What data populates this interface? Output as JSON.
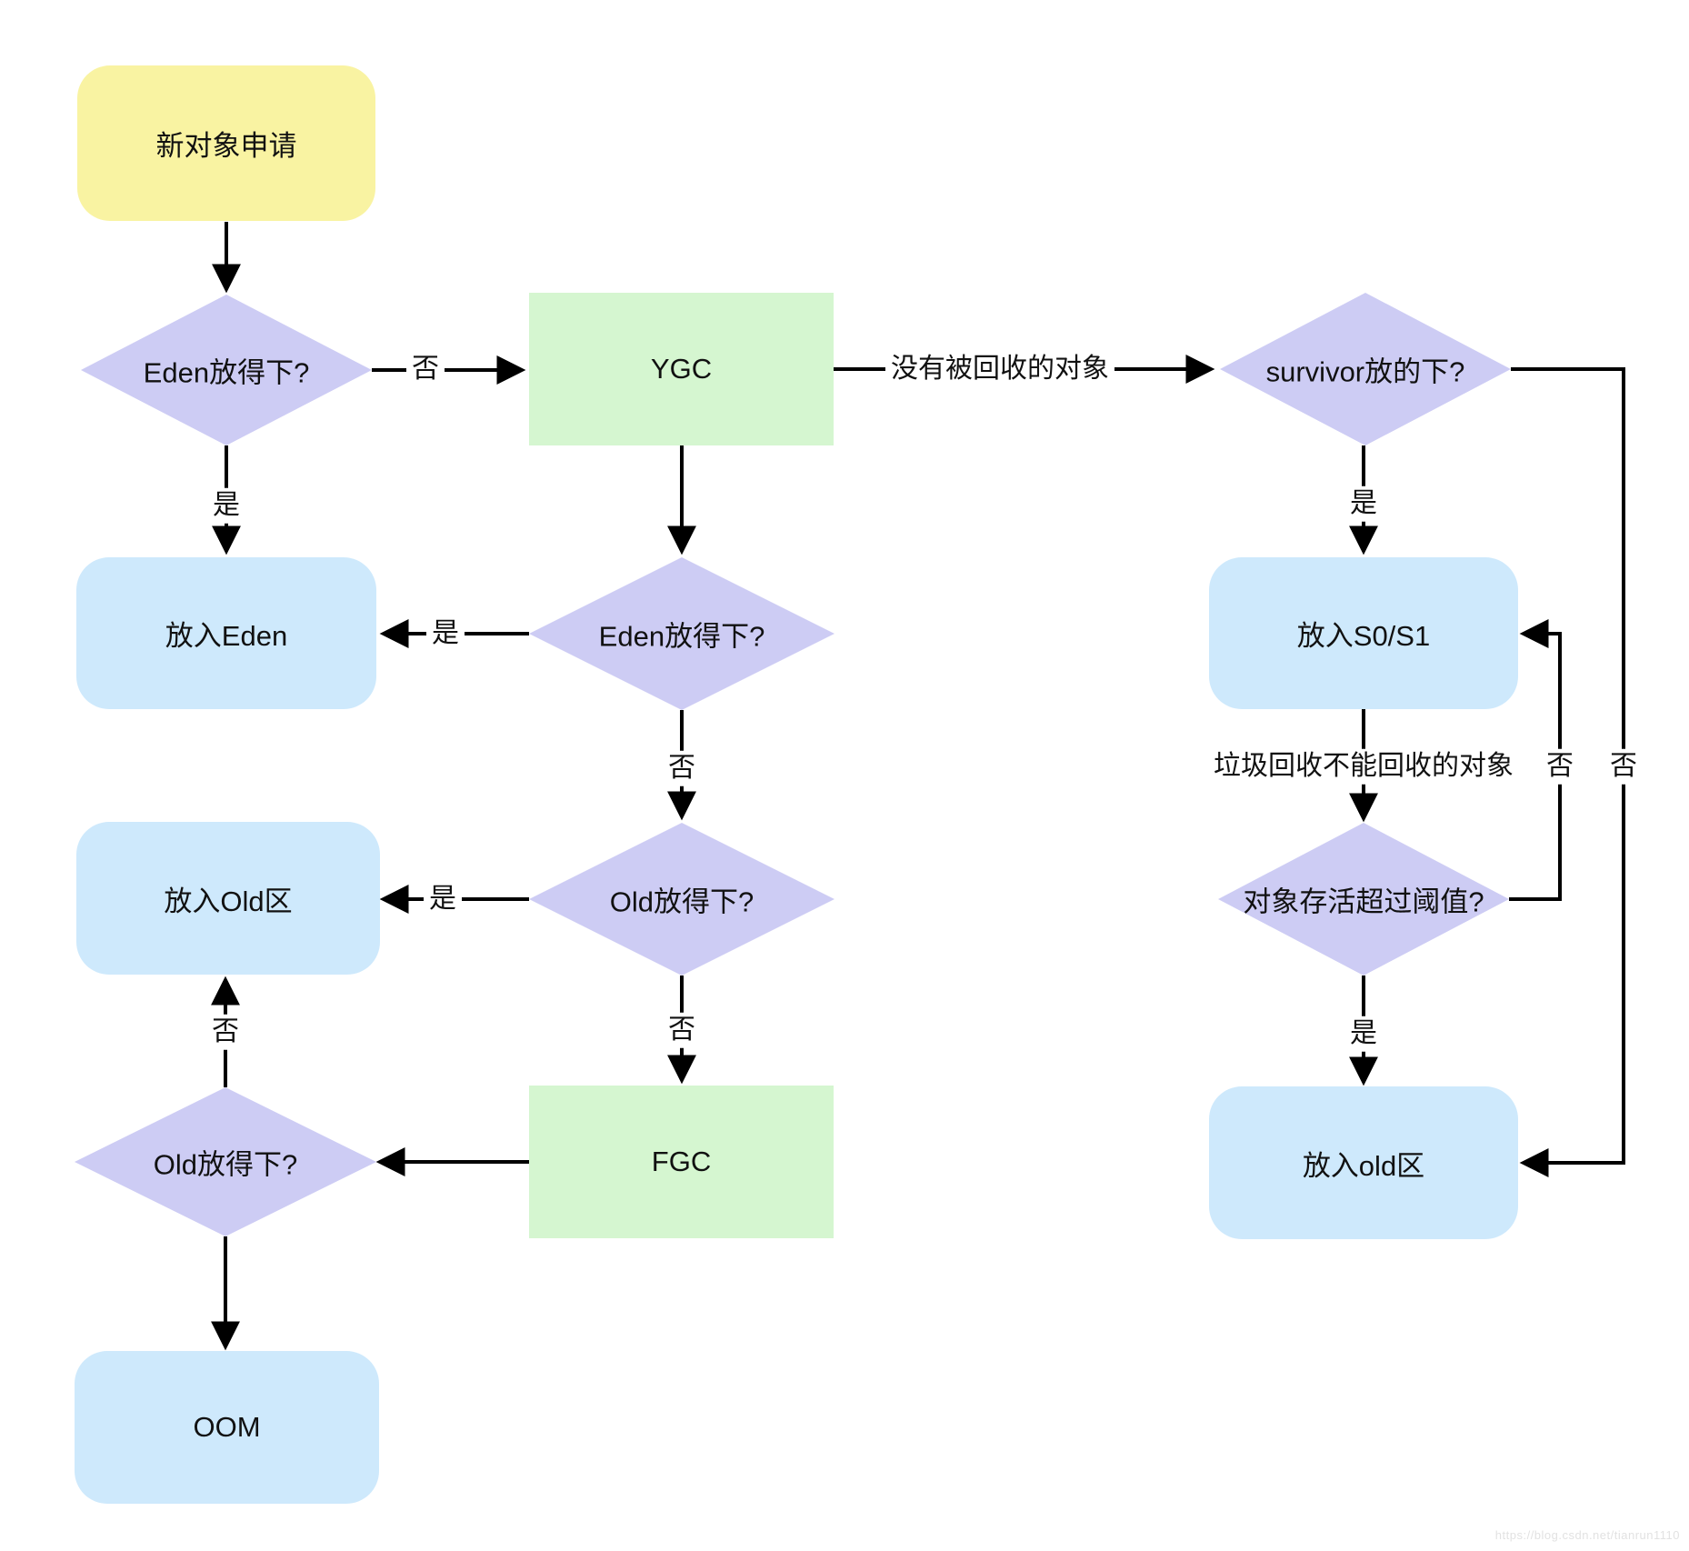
{
  "canvas": {
    "watermark": "https://blog.csdn.net/tianrun1110"
  },
  "colors": {
    "start_fill": "#f9f3a2",
    "process_fill": "#d5f6d0",
    "decision_fill": "#cdccf4",
    "result_fill": "#cee9fc",
    "line": "#000000",
    "watermark_text": "#e2e2e2"
  },
  "nodes": {
    "start": {
      "label": "新对象申请"
    },
    "eden_check_1": {
      "label": "Eden放得下?"
    },
    "ygc": {
      "label": "YGC"
    },
    "survivor_check": {
      "label": "survivor放的下?"
    },
    "put_eden": {
      "label": "放入Eden"
    },
    "eden_check_2": {
      "label": "Eden放得下?"
    },
    "put_s0s1": {
      "label": "放入S0/S1"
    },
    "put_old_upper": {
      "label": "放入Old区"
    },
    "old_check_1": {
      "label": "Old放得下?"
    },
    "threshold_check": {
      "label": "对象存活超过阈值?"
    },
    "fgc": {
      "label": "FGC"
    },
    "old_check_2": {
      "label": "Old放得下?"
    },
    "put_old_lower": {
      "label": "放入old区"
    },
    "oom": {
      "label": "OOM"
    }
  },
  "edge_labels": {
    "yes": "是",
    "no": "否",
    "ygc_survivors": "没有被回收的对象",
    "gc_uncollected": "垃圾回收不能回收的对象"
  }
}
